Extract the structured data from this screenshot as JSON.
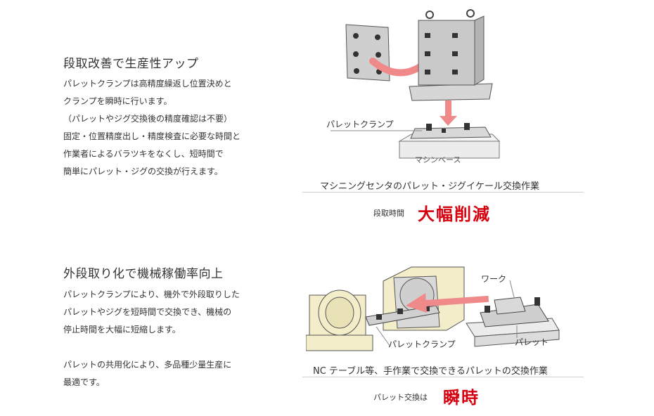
{
  "section1": {
    "heading": "段取改善で生産性アップ",
    "lines": [
      "パレットクランプは高精度繰返し位置決めと",
      "クランプを瞬時に行います。",
      "（パレットやジグ交換後の精度確認は不要）",
      "固定・位置精度出し・精度検査に必要な時間と",
      "作業者によるバラツキをなくし、短時間で",
      "簡単にパレット・ジグの交換が行えます。"
    ],
    "illustration": {
      "clamp_label": "パレットクランプ",
      "base_label": "マシンベース"
    },
    "caption": "マシニングセンタのパレット・ジグイケール交換作業",
    "result_label": "段取時間",
    "result_value": "大幅削減"
  },
  "section2": {
    "heading": "外段取り化で機械稼働率向上",
    "lines": [
      "パレットクランプにより、機外で外段取りした",
      "パレットやジグを短時間で交換でき、機械の",
      "停止時間を大幅に短縮します。",
      "",
      "パレットの共用化により、多品種少量生産に",
      "最適です。"
    ],
    "illustration": {
      "work_label": "ワーク",
      "clamp_label": "パレットクランプ",
      "pallet_label": "パレット"
    },
    "caption": "NC テーブル等、手作業で交換できるパレットの交換作業",
    "result_label": "パレット交換は",
    "result_value": "瞬時"
  },
  "colors": {
    "accent_red": "#d7000f",
    "arrow_pink": "#f08a8a",
    "machine_gray": "#c8c8c8",
    "base_cream": "#f3edc9"
  }
}
